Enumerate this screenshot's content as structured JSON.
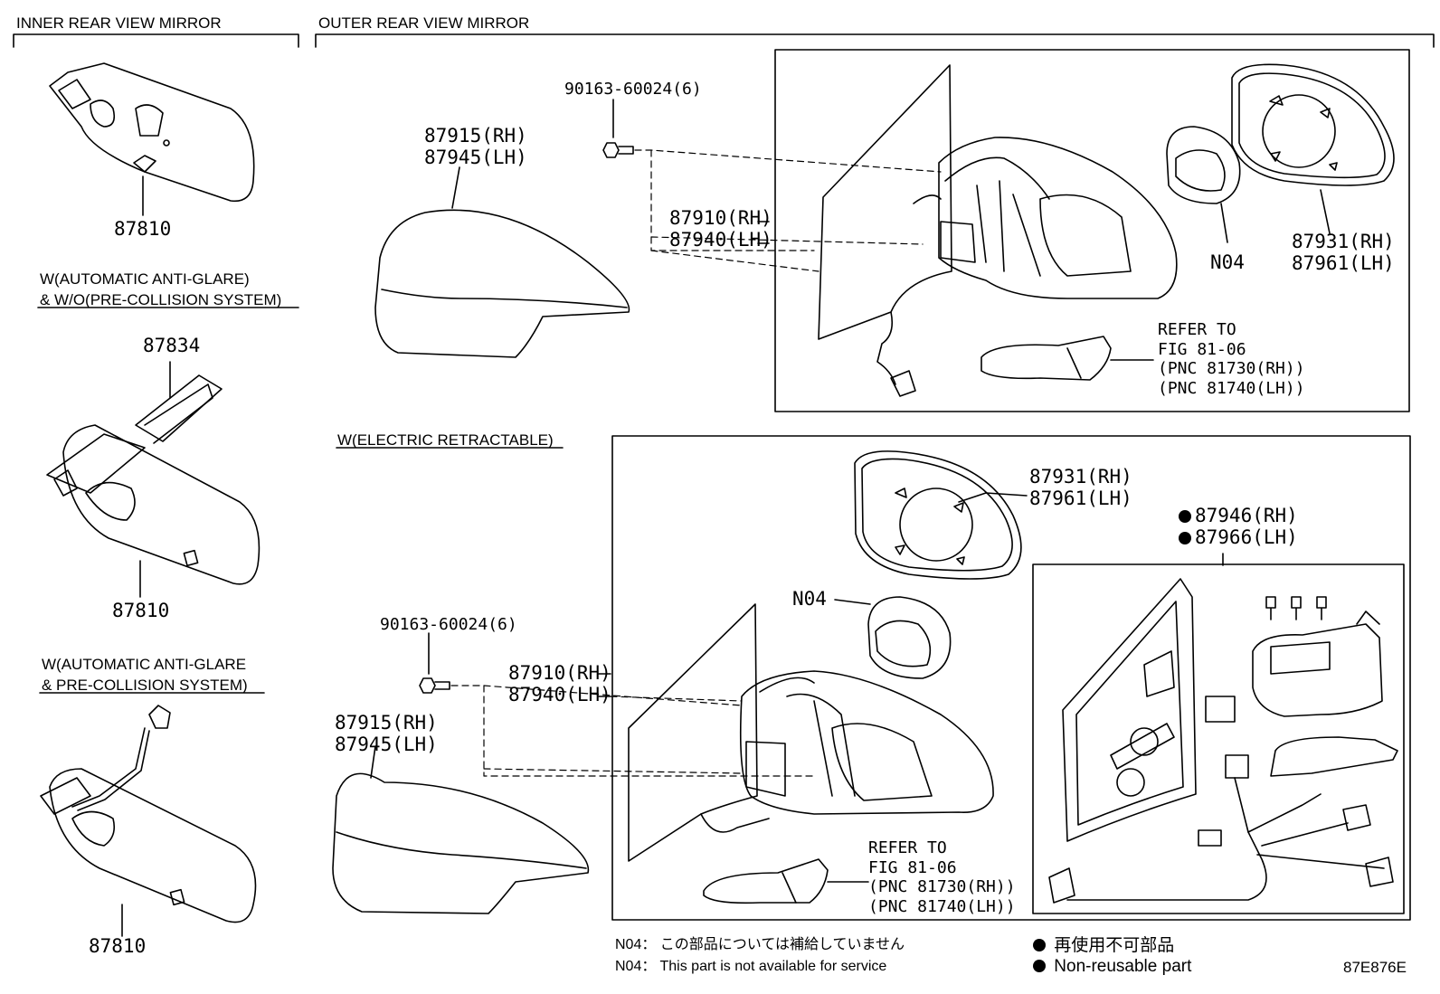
{
  "sections": {
    "inner": "INNER REAR VIEW MIRROR",
    "outer": "OUTER REAR VIEW MIRROR",
    "w_electric": "W(ELECTRIC RETRACTABLE)",
    "w_auto_anti_glare_wo_pcs_1": "W(AUTOMATIC ANTI-GLARE)",
    "w_auto_anti_glare_wo_pcs_2": "& W/O(PRE-COLLISION SYSTEM)",
    "w_auto_anti_glare_pcs_1": "W(AUTOMATIC ANTI-GLARE",
    "w_auto_anti_glare_pcs_2": "& PRE-COLLISION SYSTEM)"
  },
  "parts": {
    "p87810a": "87810",
    "p87834": "87834",
    "p87810b": "87810",
    "p87810c": "87810",
    "p90163a": "90163-60024(6)",
    "p87915a": "87915(RH)",
    "p87945a": "87945(LH)",
    "p87910a": "87910(RH)",
    "p87940a": "87940(LH)",
    "n04a": "N04",
    "p87931a": "87931(RH)",
    "p87961a": "87961(LH)",
    "refer_a_1": "REFER TO",
    "refer_a_2": "FIG 81-06",
    "refer_a_3": "(PNC 81730(RH))",
    "refer_a_4": "(PNC 81740(LH))",
    "p87931b": "87931(RH)",
    "p87961b": "87961(LH)",
    "p87946": "87946(RH)",
    "p87966": "87966(LH)",
    "n04b": "N04",
    "p90163b": "90163-60024(6)",
    "p87910b": "87910(RH)",
    "p87940b": "87940(LH)",
    "p87915b": "87915(RH)",
    "p87945b": "87945(LH)",
    "refer_b_1": "REFER TO",
    "refer_b_2": "FIG 81-06",
    "refer_b_3": "(PNC 81730(RH))",
    "refer_b_4": "(PNC 81740(LH))"
  },
  "notes": {
    "n04_jp": "N04： この部品については補給していません",
    "n04_en": "N04： This part is not available for service",
    "bullet_jp": "再使用不可部品",
    "bullet_en": "Non-reusable part",
    "figure_code": "87E876E"
  }
}
